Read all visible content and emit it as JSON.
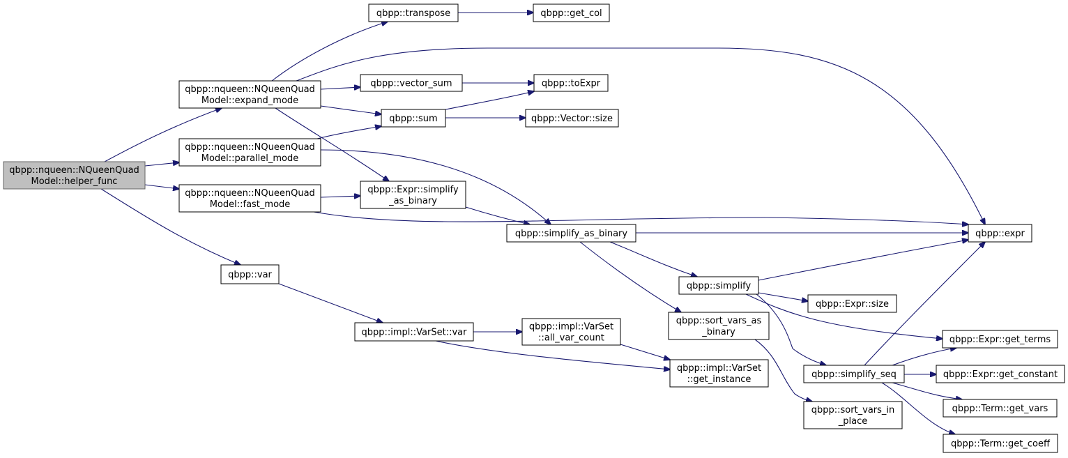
{
  "graph": {
    "nodes": [
      {
        "id": "helper_func",
        "lines": [
          "qbpp::nqueen::NQueenQuad",
          "Model::helper_func"
        ],
        "root": true
      },
      {
        "id": "expand_mode",
        "lines": [
          "qbpp::nqueen::NQueenQuad",
          "Model::expand_mode"
        ]
      },
      {
        "id": "parallel_mode",
        "lines": [
          "qbpp::nqueen::NQueenQuad",
          "Model::parallel_mode"
        ]
      },
      {
        "id": "fast_mode",
        "lines": [
          "qbpp::nqueen::NQueenQuad",
          "Model::fast_mode"
        ]
      },
      {
        "id": "var",
        "lines": [
          "qbpp::var"
        ]
      },
      {
        "id": "transpose",
        "lines": [
          "qbpp::transpose"
        ]
      },
      {
        "id": "vector_sum",
        "lines": [
          "qbpp::vector_sum"
        ]
      },
      {
        "id": "sum",
        "lines": [
          "qbpp::sum"
        ]
      },
      {
        "id": "expr_simplify_as_binary",
        "lines": [
          "qbpp::Expr::simplify",
          "_as_binary"
        ]
      },
      {
        "id": "impl_var",
        "lines": [
          "qbpp::impl::VarSet::var"
        ]
      },
      {
        "id": "get_col",
        "lines": [
          "qbpp::get_col"
        ]
      },
      {
        "id": "toExpr",
        "lines": [
          "qbpp::toExpr"
        ]
      },
      {
        "id": "vector_size",
        "lines": [
          "qbpp::Vector::size"
        ]
      },
      {
        "id": "simplify_as_binary",
        "lines": [
          "qbpp::simplify_as_binary"
        ]
      },
      {
        "id": "all_var_count",
        "lines": [
          "qbpp::impl::VarSet",
          "::all_var_count"
        ]
      },
      {
        "id": "simplify",
        "lines": [
          "qbpp::simplify"
        ]
      },
      {
        "id": "sort_vars_as_binary",
        "lines": [
          "qbpp::sort_vars_as",
          "_binary"
        ]
      },
      {
        "id": "get_instance",
        "lines": [
          "qbpp::impl::VarSet",
          "::get_instance"
        ]
      },
      {
        "id": "expr",
        "lines": [
          "qbpp::expr"
        ]
      },
      {
        "id": "expr_size",
        "lines": [
          "qbpp::Expr::size"
        ]
      },
      {
        "id": "simplify_seq",
        "lines": [
          "qbpp::simplify_seq"
        ]
      },
      {
        "id": "sort_vars_in_place",
        "lines": [
          "qbpp::sort_vars_in",
          "_place"
        ]
      },
      {
        "id": "get_terms",
        "lines": [
          "qbpp::Expr::get_terms"
        ]
      },
      {
        "id": "get_constant",
        "lines": [
          "qbpp::Expr::get_constant"
        ]
      },
      {
        "id": "get_vars",
        "lines": [
          "qbpp::Term::get_vars"
        ]
      },
      {
        "id": "get_coeff",
        "lines": [
          "qbpp::Term::get_coeff"
        ]
      }
    ],
    "edges": [
      [
        "helper_func",
        "expand_mode"
      ],
      [
        "helper_func",
        "parallel_mode"
      ],
      [
        "helper_func",
        "fast_mode"
      ],
      [
        "helper_func",
        "var"
      ],
      [
        "expand_mode",
        "transpose"
      ],
      [
        "expand_mode",
        "expr"
      ],
      [
        "expand_mode",
        "vector_sum"
      ],
      [
        "expand_mode",
        "sum"
      ],
      [
        "expand_mode",
        "expr_simplify_as_binary"
      ],
      [
        "parallel_mode",
        "sum"
      ],
      [
        "parallel_mode",
        "simplify_as_binary"
      ],
      [
        "fast_mode",
        "expr_simplify_as_binary"
      ],
      [
        "fast_mode",
        "expr"
      ],
      [
        "var",
        "impl_var"
      ],
      [
        "transpose",
        "get_col"
      ],
      [
        "vector_sum",
        "toExpr"
      ],
      [
        "sum",
        "toExpr"
      ],
      [
        "sum",
        "vector_size"
      ],
      [
        "expr_simplify_as_binary",
        "simplify_as_binary"
      ],
      [
        "simplify_as_binary",
        "expr"
      ],
      [
        "simplify_as_binary",
        "simplify"
      ],
      [
        "simplify_as_binary",
        "sort_vars_as_binary"
      ],
      [
        "impl_var",
        "all_var_count"
      ],
      [
        "impl_var",
        "get_instance"
      ],
      [
        "all_var_count",
        "get_instance"
      ],
      [
        "simplify",
        "expr"
      ],
      [
        "simplify",
        "expr_size"
      ],
      [
        "simplify",
        "get_terms"
      ],
      [
        "simplify",
        "simplify_seq"
      ],
      [
        "sort_vars_as_binary",
        "sort_vars_in_place"
      ],
      [
        "simplify_seq",
        "expr"
      ],
      [
        "simplify_seq",
        "get_terms"
      ],
      [
        "simplify_seq",
        "get_constant"
      ],
      [
        "simplify_seq",
        "get_vars"
      ],
      [
        "simplify_seq",
        "get_coeff"
      ]
    ]
  }
}
